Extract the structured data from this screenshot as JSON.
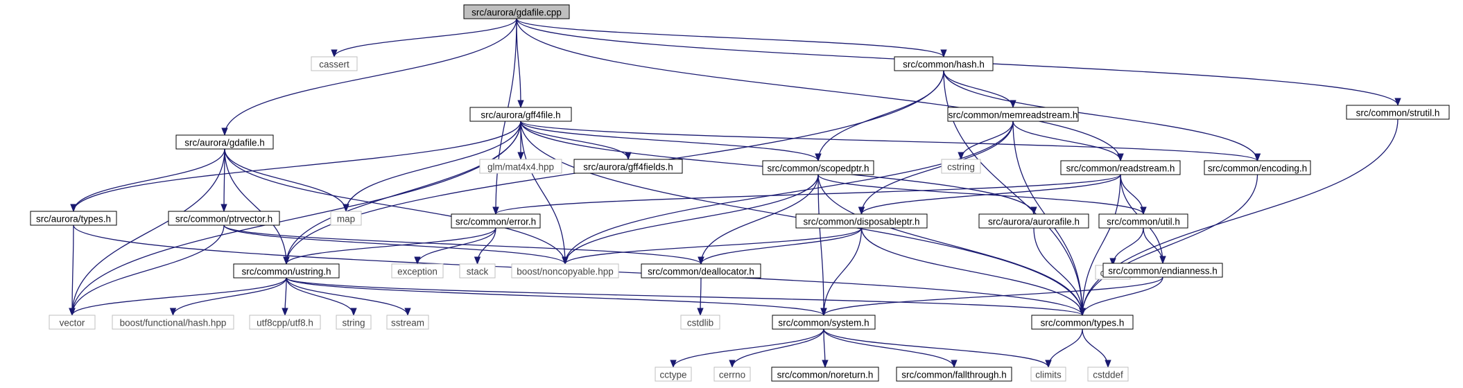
{
  "graph": {
    "colors": {
      "edge": "#191970",
      "root_fill": "#bfbfbf",
      "internal_border": "#000000",
      "external_border": "#bfbfbf",
      "node_fill": "#ffffff"
    },
    "nodes": [
      {
        "id": "gdafile_cpp",
        "label": "src/aurora/gdafile.cpp",
        "kind": "root"
      },
      {
        "id": "cassert",
        "label": "cassert",
        "kind": "external"
      },
      {
        "id": "hash_h",
        "label": "src/common/hash.h",
        "kind": "internal"
      },
      {
        "id": "strutil_h",
        "label": "src/common/strutil.h",
        "kind": "internal"
      },
      {
        "id": "gff4file_h",
        "label": "src/aurora/gff4file.h",
        "kind": "internal"
      },
      {
        "id": "memreadstream_h",
        "label": "src/common/memreadstream.h",
        "kind": "internal"
      },
      {
        "id": "gdafile_h",
        "label": "src/aurora/gdafile.h",
        "kind": "internal"
      },
      {
        "id": "glm_mat4x4",
        "label": "glm/mat4x4.hpp",
        "kind": "external"
      },
      {
        "id": "gff4fields_h",
        "label": "src/aurora/gff4fields.h",
        "kind": "internal"
      },
      {
        "id": "scopedptr_h",
        "label": "src/common/scopedptr.h",
        "kind": "internal"
      },
      {
        "id": "cstring",
        "label": "cstring",
        "kind": "external"
      },
      {
        "id": "readstream_h",
        "label": "src/common/readstream.h",
        "kind": "internal"
      },
      {
        "id": "encoding_h",
        "label": "src/common/encoding.h",
        "kind": "internal"
      },
      {
        "id": "map",
        "label": "map",
        "kind": "external"
      },
      {
        "id": "aurora_types_h",
        "label": "src/aurora/types.h",
        "kind": "internal"
      },
      {
        "id": "ptrvector_h",
        "label": "src/common/ptrvector.h",
        "kind": "internal"
      },
      {
        "id": "error_h",
        "label": "src/common/error.h",
        "kind": "internal"
      },
      {
        "id": "disposableptr_h",
        "label": "src/common/disposableptr.h",
        "kind": "internal"
      },
      {
        "id": "aurorafile_h",
        "label": "src/aurora/aurorafile.h",
        "kind": "internal"
      },
      {
        "id": "util_h",
        "label": "src/common/util.h",
        "kind": "internal"
      },
      {
        "id": "exception",
        "label": "exception",
        "kind": "external"
      },
      {
        "id": "stack",
        "label": "stack",
        "kind": "external"
      },
      {
        "id": "noncopyable",
        "label": "boost/noncopyable.hpp",
        "kind": "external"
      },
      {
        "id": "ustring_h",
        "label": "src/common/ustring.h",
        "kind": "internal"
      },
      {
        "id": "deallocator_h",
        "label": "src/common/deallocator.h",
        "kind": "internal"
      },
      {
        "id": "cmath",
        "label": "cmath",
        "kind": "external"
      },
      {
        "id": "endianness_h",
        "label": "src/common/endianness.h",
        "kind": "internal"
      },
      {
        "id": "vector",
        "label": "vector",
        "kind": "external"
      },
      {
        "id": "boost_hash",
        "label": "boost/functional/hash.hpp",
        "kind": "external"
      },
      {
        "id": "utf8_h",
        "label": "utf8cpp/utf8.h",
        "kind": "external"
      },
      {
        "id": "string",
        "label": "string",
        "kind": "external"
      },
      {
        "id": "sstream",
        "label": "sstream",
        "kind": "external"
      },
      {
        "id": "cstdlib",
        "label": "cstdlib",
        "kind": "external"
      },
      {
        "id": "system_h",
        "label": "src/common/system.h",
        "kind": "internal"
      },
      {
        "id": "common_types_h",
        "label": "src/common/types.h",
        "kind": "internal"
      },
      {
        "id": "cctype",
        "label": "cctype",
        "kind": "external"
      },
      {
        "id": "cerrno",
        "label": "cerrno",
        "kind": "external"
      },
      {
        "id": "noreturn_h",
        "label": "src/common/noreturn.h",
        "kind": "internal"
      },
      {
        "id": "fallthrough_h",
        "label": "src/common/fallthrough.h",
        "kind": "internal"
      },
      {
        "id": "climits",
        "label": "climits",
        "kind": "external"
      },
      {
        "id": "cstddef",
        "label": "cstddef",
        "kind": "external"
      }
    ],
    "edges": [
      [
        "gdafile_cpp",
        "cassert"
      ],
      [
        "gdafile_cpp",
        "hash_h"
      ],
      [
        "gdafile_cpp",
        "strutil_h"
      ],
      [
        "gdafile_cpp",
        "gff4file_h"
      ],
      [
        "gdafile_cpp",
        "gdafile_h"
      ],
      [
        "gdafile_cpp",
        "error_h"
      ],
      [
        "gdafile_cpp",
        "readstream_h"
      ],
      [
        "hash_h",
        "memreadstream_h"
      ],
      [
        "hash_h",
        "scopedptr_h"
      ],
      [
        "hash_h",
        "encoding_h"
      ],
      [
        "hash_h",
        "ustring_h"
      ],
      [
        "hash_h",
        "common_types_h"
      ],
      [
        "strutil_h",
        "common_types_h"
      ],
      [
        "gff4file_h",
        "glm_mat4x4"
      ],
      [
        "gff4file_h",
        "gff4fields_h"
      ],
      [
        "gff4file_h",
        "scopedptr_h"
      ],
      [
        "gff4file_h",
        "encoding_h"
      ],
      [
        "gff4file_h",
        "map"
      ],
      [
        "gff4file_h",
        "aurora_types_h"
      ],
      [
        "gff4file_h",
        "vector"
      ],
      [
        "gff4file_h",
        "ustring_h"
      ],
      [
        "gff4file_h",
        "noncopyable"
      ],
      [
        "gff4file_h",
        "aurorafile_h"
      ],
      [
        "gff4file_h",
        "common_types_h"
      ],
      [
        "memreadstream_h",
        "cstring"
      ],
      [
        "memreadstream_h",
        "readstream_h"
      ],
      [
        "memreadstream_h",
        "disposableptr_h"
      ],
      [
        "memreadstream_h",
        "noncopyable"
      ],
      [
        "memreadstream_h",
        "common_types_h"
      ],
      [
        "gdafile_h",
        "map"
      ],
      [
        "gdafile_h",
        "aurora_types_h"
      ],
      [
        "gdafile_h",
        "ptrvector_h"
      ],
      [
        "gdafile_h",
        "vector"
      ],
      [
        "gdafile_h",
        "ustring_h"
      ],
      [
        "gdafile_h",
        "noncopyable"
      ],
      [
        "scopedptr_h",
        "noncopyable"
      ],
      [
        "scopedptr_h",
        "deallocator_h"
      ],
      [
        "scopedptr_h",
        "system_h"
      ],
      [
        "scopedptr_h",
        "util_h"
      ],
      [
        "scopedptr_h",
        "common_types_h"
      ],
      [
        "readstream_h",
        "error_h"
      ],
      [
        "readstream_h",
        "disposableptr_h"
      ],
      [
        "readstream_h",
        "util_h"
      ],
      [
        "readstream_h",
        "endianness_h"
      ],
      [
        "readstream_h",
        "common_types_h"
      ],
      [
        "encoding_h",
        "common_types_h"
      ],
      [
        "aurora_types_h",
        "vector"
      ],
      [
        "aurora_types_h",
        "common_types_h"
      ],
      [
        "ptrvector_h",
        "vector"
      ],
      [
        "ptrvector_h",
        "noncopyable"
      ],
      [
        "ptrvector_h",
        "deallocator_h"
      ],
      [
        "error_h",
        "exception"
      ],
      [
        "error_h",
        "stack"
      ],
      [
        "error_h",
        "ustring_h"
      ],
      [
        "disposableptr_h",
        "noncopyable"
      ],
      [
        "disposableptr_h",
        "deallocator_h"
      ],
      [
        "disposableptr_h",
        "system_h"
      ],
      [
        "disposableptr_h",
        "common_types_h"
      ],
      [
        "aurorafile_h",
        "common_types_h"
      ],
      [
        "util_h",
        "cmath"
      ],
      [
        "util_h",
        "endianness_h"
      ],
      [
        "ustring_h",
        "vector"
      ],
      [
        "ustring_h",
        "boost_hash"
      ],
      [
        "ustring_h",
        "utf8_h"
      ],
      [
        "ustring_h",
        "string"
      ],
      [
        "ustring_h",
        "sstream"
      ],
      [
        "ustring_h",
        "system_h"
      ],
      [
        "ustring_h",
        "common_types_h"
      ],
      [
        "deallocator_h",
        "cstdlib"
      ],
      [
        "endianness_h",
        "system_h"
      ],
      [
        "endianness_h",
        "common_types_h"
      ],
      [
        "system_h",
        "cctype"
      ],
      [
        "system_h",
        "cerrno"
      ],
      [
        "system_h",
        "noreturn_h"
      ],
      [
        "system_h",
        "fallthrough_h"
      ],
      [
        "system_h",
        "climits"
      ],
      [
        "common_types_h",
        "climits"
      ],
      [
        "common_types_h",
        "cstddef"
      ]
    ]
  }
}
